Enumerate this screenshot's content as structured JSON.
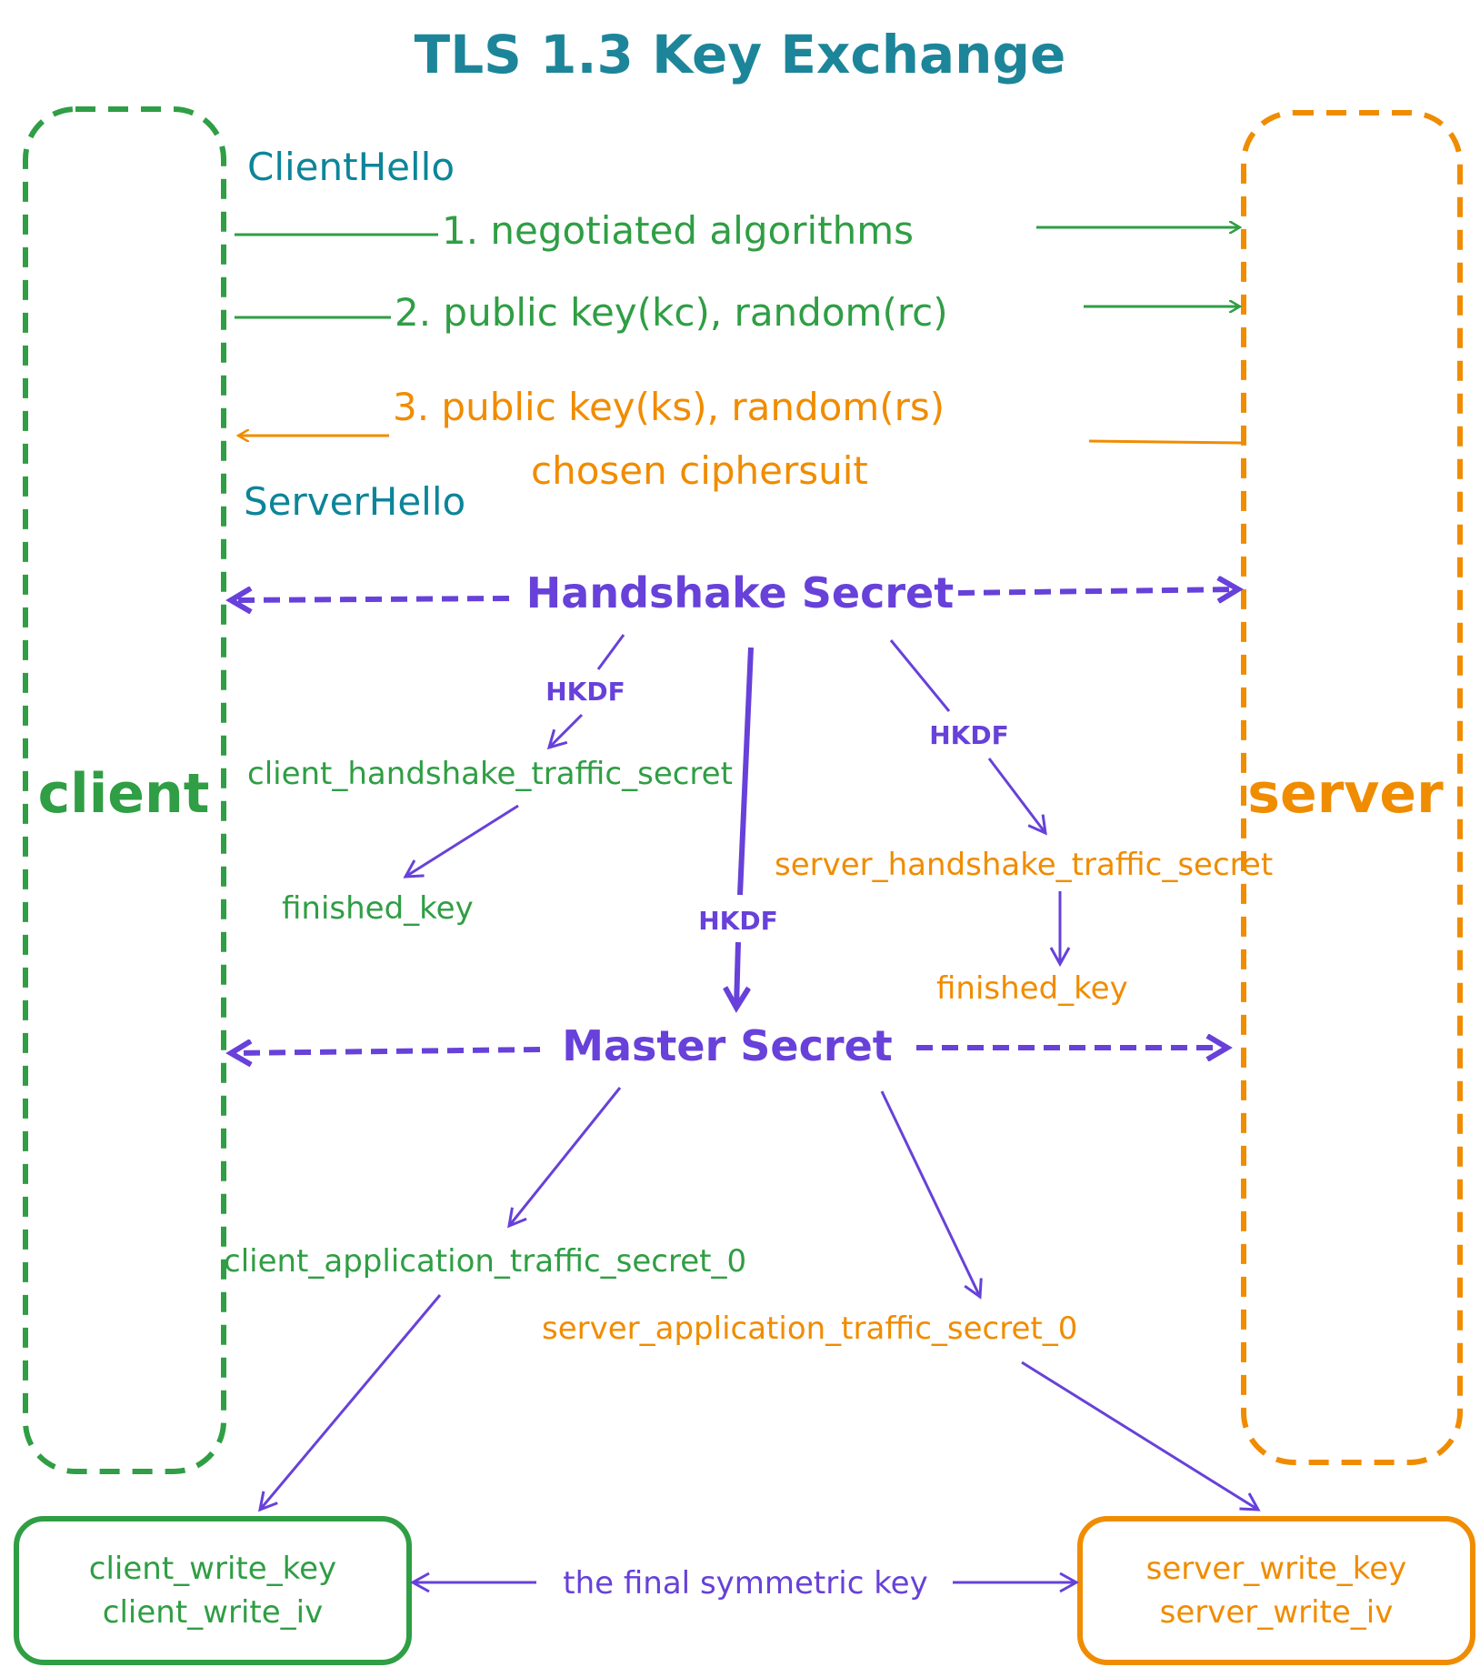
{
  "title": "TLS 1.3 Key Exchange",
  "colors": {
    "title": "#1d8599",
    "client": "#2f9e44",
    "server": "#f08c00",
    "derivation": "#6741d9",
    "hello": "#0c8599"
  },
  "parties": {
    "client_label": "client",
    "server_label": "server"
  },
  "messages": {
    "client_hello": "ClientHello",
    "server_hello": "ServerHello",
    "msg1": "1. negotiated algorithms",
    "msg2": "2. public key(kc), random(rc)",
    "msg3": "3. public key(ks), random(rs)",
    "msg3b": "chosen ciphersuit"
  },
  "secrets": {
    "handshake": "Handshake Secret",
    "master": "Master Secret",
    "hkdf": "HKDF"
  },
  "derived": {
    "client_hs_traffic": "client_handshake_traffic_secret",
    "server_hs_traffic": "server_handshake_traffic_secret",
    "client_finished": "finished_key",
    "server_finished": "finished_key",
    "client_app_traffic": "client_application_traffic_secret_0",
    "server_app_traffic": "server_application_traffic_secret_0"
  },
  "final_keys": {
    "client_write_key": "client_write_key",
    "client_write_iv": "client_write_iv",
    "server_write_key": "server_write_key",
    "server_write_iv": "server_write_iv",
    "symmetric_label": "the final symmetric key"
  }
}
